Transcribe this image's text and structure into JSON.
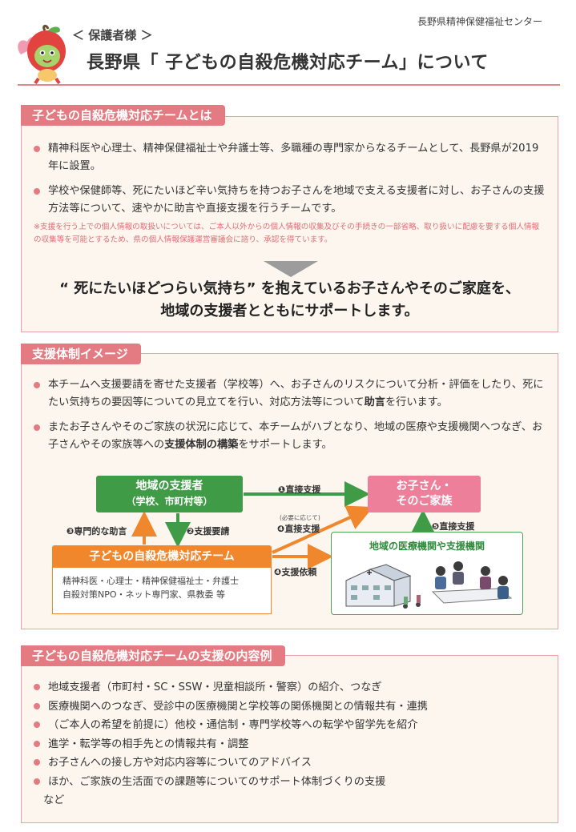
{
  "header": {
    "organization": "長野県精神保健福祉センター",
    "audience": "＜ 保護者様 ＞",
    "title": "長野県「 子どもの自殺危機対応チーム」について"
  },
  "section1": {
    "heading": "子どもの自殺危機対応チームとは",
    "bullets": [
      "精神科医や心理士、精神保健福祉士や弁護士等、多職種の専門家からなるチームとして、長野県が2019年に設置。",
      "学校や保健師等、死にたいほど辛い気持ちを持つお子さんを地域で支える支援者に対し、お子さんの支援方法等について、速やかに助言や直接支援を行うチームです。"
    ],
    "note": "※支援を行う上での個人情報の取扱いについては、ご本人以外からの個人情報の収集及びその手続きの一部省略、取り扱いに配慮を要する個人情報の収集等を可能とするため、県の個人情報保護運営審議会に諮り、承認を得ています。",
    "lead_line1": "“ 死にたいほどつらい気持ち” を抱えているお子さんやそのご家庭を、",
    "lead_line2": "地域の支援者とともにサポートします。"
  },
  "section2": {
    "heading": "支援体制イメージ",
    "bullet1_text": "本チームへ支援要請を寄せた支援者（学校等）へ、お子さんのリスクについて分析・評価をしたり、死にたい気持ちの要因等についての見立てを行い、対応方法等について",
    "bullet1_bold": "助言",
    "bullet1_tail": "を行います。",
    "bullet2_text": "またお子さんやそのご家族の状況に応じて、本チームがハブとなり、地域の医療や支援機関へつなぎ、お子さんやその家族等への",
    "bullet2_bold": "支援体制の構築",
    "bullet2_tail": "をサポートします。",
    "diagram": {
      "supporter_line1": "地域の支援者",
      "supporter_line2": "（学校、市町村等）",
      "child_line1": "お子さん・",
      "child_line2": "そのご家族",
      "team_title": "子どもの自殺危機対応チーム",
      "team_members_line1": "精神科医・心理士・精神保健福祉士・弁護士",
      "team_members_line2": "自殺対策NPO・ネット専門家、県教委 等",
      "medical_title": "地域の医療機関や支援機関",
      "label1": "❶直接支援",
      "label2": "❷支援要請",
      "label3": "❸専門的な助言",
      "label4_note": "(必要に応じて)",
      "label4a": "❹直接支援",
      "label4b": "❹支援依頼",
      "label5": "❺直接支援",
      "colors": {
        "green": "#3f9b45",
        "orange": "#f0872d",
        "pink": "#ee7f9b"
      }
    }
  },
  "section3": {
    "heading": "子どもの自殺危機対応チームの支援の内容例",
    "items": [
      "地域支援者（市町村・SC・SSW・児童相談所・警察）の紹介、つなぎ",
      "医療機関へのつなぎ、受診中の医療機関と学校等の関係機関との情報共有・連携",
      "（ご本人の希望を前提に）他校・通信制・専門学校等への転学や留学先を紹介",
      "進学・転学等の相手先との情報共有・調整",
      "お子さんへの接し方や対応内容等についてのアドバイス",
      "ほか、ご家族の生活面での課題等についてのサポート体制づくりの支援"
    ],
    "tail": "など"
  }
}
